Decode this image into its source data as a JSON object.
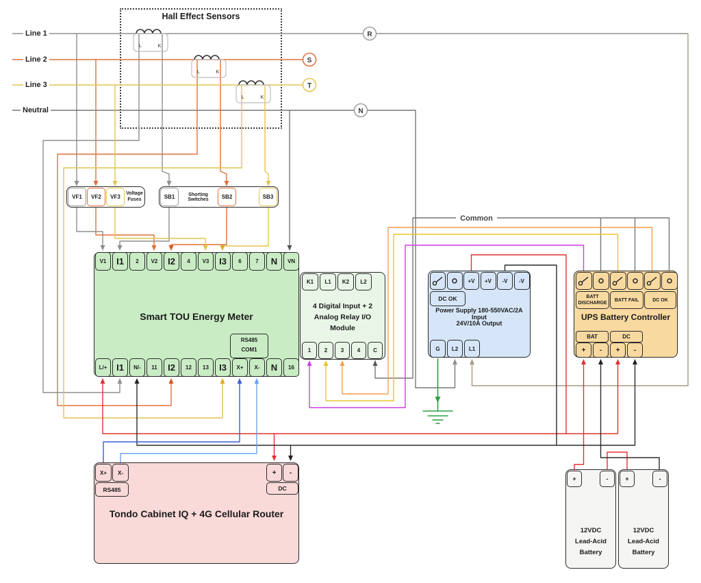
{
  "lines": {
    "l1": "Line 1",
    "l2": "Line 2",
    "l3": "Line 3",
    "n": "Neutral"
  },
  "markers": {
    "r": "R",
    "s": "S",
    "t": "T",
    "n": "N"
  },
  "hall": {
    "title": "Hall Effect Sensors",
    "l": "L",
    "k": "K"
  },
  "fuses": {
    "vf1": "VF1",
    "vf2": "VF2",
    "vf3": "VF3",
    "label": "Voltage Fuses"
  },
  "switches": {
    "sb1": "SB1",
    "label": "Shorting Switches",
    "sb2": "SB2",
    "sb3": "SB3"
  },
  "meter": {
    "title": "Smart TOU Energy Meter",
    "rs485": "RS485",
    "com1": "COM1",
    "top": [
      "V1",
      "I1",
      "2",
      "V2",
      "I2",
      "4",
      "V3",
      "I3",
      "6",
      "7",
      "N",
      "VN"
    ],
    "bottom": [
      "L/+",
      "I1",
      "N/-",
      "11",
      "I2",
      "12",
      "13",
      "I3",
      "X+",
      "X-",
      "N",
      "16"
    ]
  },
  "io": {
    "line1": "4 Digital Input + 2",
    "line2": "Analog Relay I/O",
    "line3": "Module",
    "top": [
      "K1",
      "L1",
      "K2",
      "L2"
    ],
    "bottom": [
      "1",
      "2",
      "3",
      "4",
      "C"
    ]
  },
  "psu": {
    "dc_ok": "DC OK",
    "title1": "Power Supply 180-550VAC/2A Input",
    "title2": "24V/10A Output",
    "top": [
      "+V",
      "+V",
      "-V",
      "-V"
    ],
    "bottom": [
      "G",
      "L2",
      "L1"
    ]
  },
  "common_label": "Common",
  "ups": {
    "title": "UPS Battery Controller",
    "contact1": "BATT DISCHARGE",
    "contact2": "BATT FAIL",
    "contact3": "DC OK",
    "bat": "BAT",
    "dc": "DC",
    "plus": "+",
    "minus": "-"
  },
  "router": {
    "title": "Tondo Cabinet IQ + 4G Cellular Router",
    "xp": "X+",
    "xm": "X-",
    "rs485": "RS485",
    "dc": "DC",
    "plus": "+",
    "minus": "-"
  },
  "battery": {
    "line1": "12VDC",
    "line2": "Lead-Acid",
    "line3": "Battery"
  },
  "colors": {
    "phase1_gray": "#8f8f8f",
    "phase2_orange": "#e0703a",
    "phase3_yellow": "#e3c44e",
    "neutral_gray": "#777777",
    "dc_plus_red": "#e03131",
    "dc_minus_black": "#2b2b2b",
    "rs485_blue": "#3b5bdb",
    "rs485_lightblue": "#6ba3f0",
    "signal_magenta": "#cc3fe0",
    "signal_yellow": "#e8c52e",
    "signal_orange": "#f59f4d",
    "ground_green": "#2f9e44",
    "meter_green": "#c9ecc4",
    "io_green": "#e9f6e7",
    "psu_blue": "#d6e6f8",
    "ups_tan": "#f8d9a0",
    "router_pink": "#fad9d9",
    "battery_gray": "#f5f5f4"
  }
}
